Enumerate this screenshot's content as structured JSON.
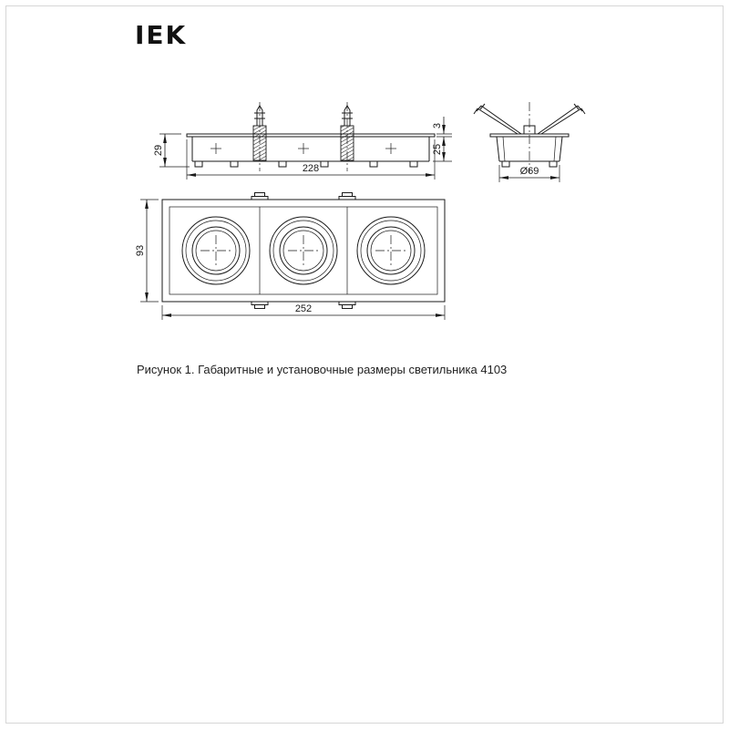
{
  "logo": {
    "text": "IEK"
  },
  "dims": {
    "front_height": "29",
    "front_width": "228",
    "rim": "3",
    "depth": "25",
    "cutout": "Ø69",
    "plan_height": "93",
    "plan_width": "252"
  },
  "caption": "Рисунок 1. Габаритные и установочные размеры светильника 4103"
}
